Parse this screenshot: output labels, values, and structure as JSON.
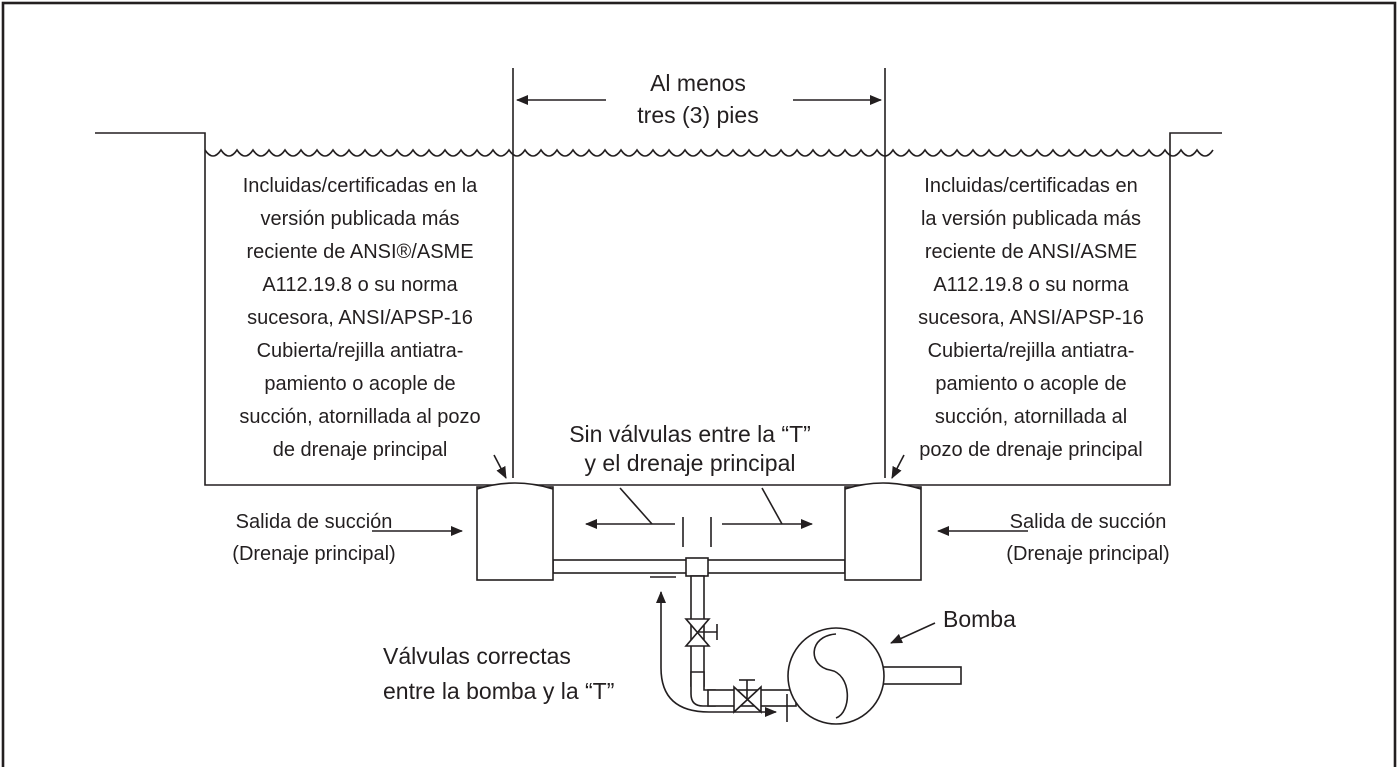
{
  "title": "",
  "distance_label": [
    "Al menos",
    "tres (3) pies"
  ],
  "left_cover_text": [
    "Incluidas/certificadas en la",
    "versión publicada más",
    "reciente de ANSI®/ASME",
    "A112.19.8 o su norma",
    "sucesora, ANSI/APSP-16",
    "Cubierta/rejilla antiatra-",
    "pamiento o acople de",
    "succión, atornillada al pozo",
    "de drenaje principal"
  ],
  "right_cover_text": [
    "Incluidas/certificadas en",
    "la versión publicada más",
    "reciente de ANSI/ASME",
    "A112.19.8 o su norma",
    "sucesora, ANSI/APSP-16",
    "Cubierta/rejilla antiatra-",
    "pamiento o acople de",
    "succión, atornillada al",
    "pozo de drenaje principal"
  ],
  "no_valves_label": [
    "Sin válvulas entre la “T”",
    "y el drenaje principal"
  ],
  "left_outlet_label": [
    "Salida de succión",
    "(Drenaje principal)"
  ],
  "right_outlet_label": [
    "Salida de succión",
    "(Drenaje principal)"
  ],
  "valves_label": [
    "Válvulas correctas",
    "entre la bomba y la “T”"
  ],
  "pump_label": "Bomba"
}
